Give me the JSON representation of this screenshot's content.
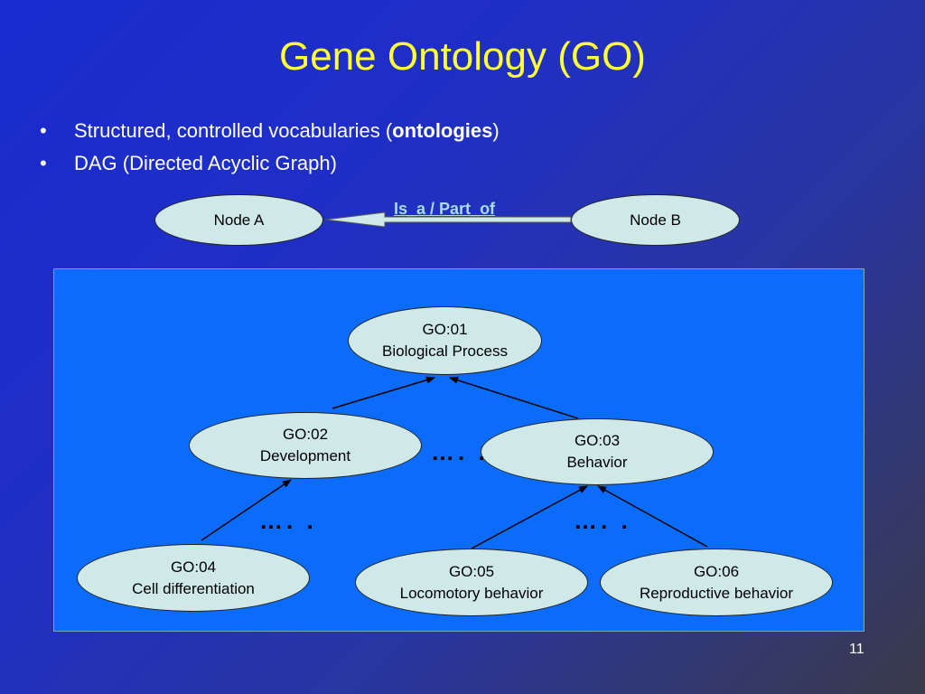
{
  "slide": {
    "title": "Gene Ontology (GO)",
    "page_number": "11"
  },
  "bullets": [
    {
      "text": "Structured, controlled vocabularies (",
      "bold": "ontologies",
      "after": ")"
    },
    {
      "text": "DAG (Directed Acyclic Graph)"
    }
  ],
  "bullet_symbol": "•",
  "legend": {
    "node_a": "Node A",
    "node_b": "Node B",
    "relation": "Is_a / Part_of"
  },
  "tree": {
    "go01": {
      "id": "GO:01",
      "name": "Biological Process"
    },
    "go02": {
      "id": "GO:02",
      "name": "Development"
    },
    "go03": {
      "id": "GO:03",
      "name": "Behavior"
    },
    "go04": {
      "id": "GO:04",
      "name": "Cell differentiation"
    },
    "go05": {
      "id": "GO:05",
      "name": "Locomotory behavior"
    },
    "go06": {
      "id": "GO:06",
      "name": "Reproductive behavior"
    },
    "ellipsis": "…. ."
  },
  "colors": {
    "title": "#ffff33",
    "node_fill": "#cfe8e8",
    "panel": "#0a6cf8",
    "relation_label": "#a8dcf0"
  }
}
